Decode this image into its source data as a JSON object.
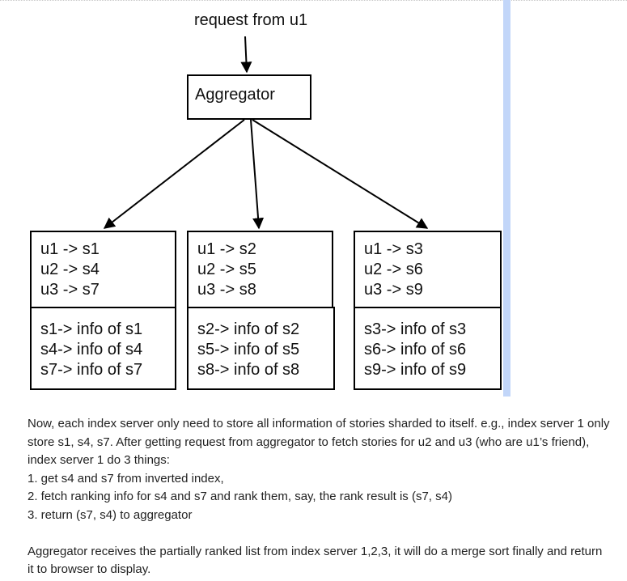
{
  "diagram": {
    "request_label": "request from u1",
    "aggregator_label": "Aggregator",
    "servers": [
      {
        "mapping": [
          "u1 -> s1",
          "u2 -> s4",
          "u3 -> s7"
        ],
        "info": [
          "s1-> info of s1",
          "s4-> info of s4",
          "s7-> info of s7"
        ]
      },
      {
        "mapping": [
          "u1 -> s2",
          "u2 -> s5",
          "u3 -> s8"
        ],
        "info": [
          "s2-> info of s2",
          "s5-> info of s5",
          "s8-> info of s8"
        ]
      },
      {
        "mapping": [
          "u1 -> s3",
          "u2 -> s6",
          "u3 -> s9"
        ],
        "info": [
          "s3-> info of s3",
          "s6-> info of s6",
          "s9-> info of s9"
        ]
      }
    ]
  },
  "text": {
    "paragraph1": "Now, each index server only need to store all information of stories sharded to itself. e.g., index server 1 only store s1, s4, s7. After getting request from aggregator to fetch stories for u2 and u3 (who are u1’s friend), index server 1 do 3 things:",
    "step1": "1. get s4 and s7 from inverted index,",
    "step2": "2. fetch ranking info for s4 and s7 and rank them, say, the rank result is (s7, s4)",
    "step3": "3. return (s7, s4) to aggregator",
    "paragraph2": "Aggregator receives the partially ranked list from index server 1,2,3, it will do a merge sort finally and return it to browser to display."
  },
  "colors": {
    "accent_bar": "#c2d6f9",
    "stroke": "#000000",
    "text": "#222222"
  }
}
